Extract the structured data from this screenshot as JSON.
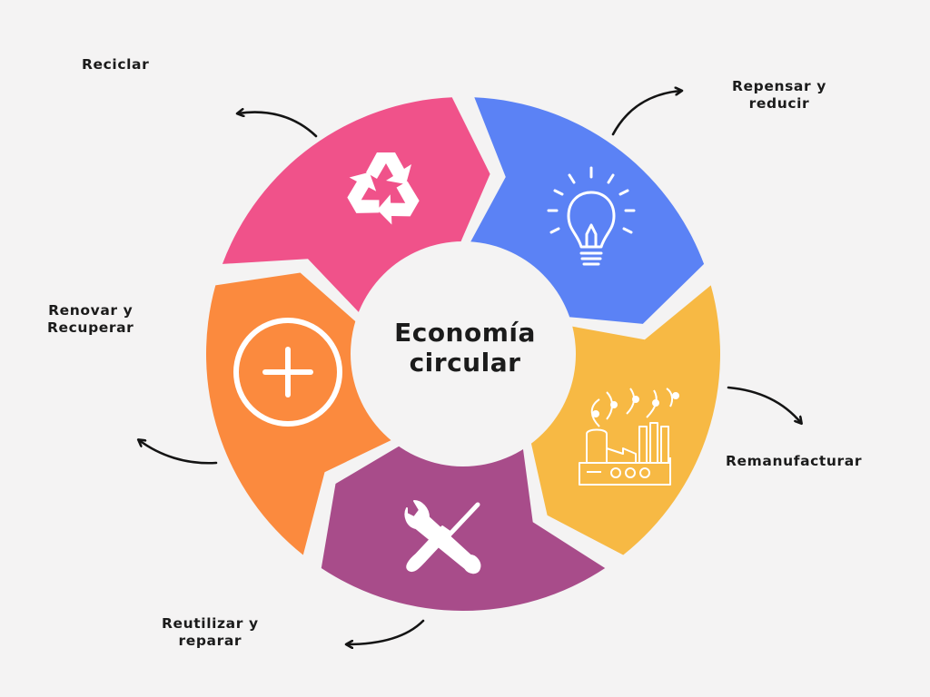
{
  "center": {
    "line1": "Economía",
    "line2": "circular"
  },
  "stages": [
    {
      "id": "reciclar",
      "line1": "Reciclar",
      "line2": "",
      "color": "#f0528a",
      "icon": "recycle-icon"
    },
    {
      "id": "repensar",
      "line1": "Repensar y",
      "line2": "reducir",
      "color": "#5b82f5",
      "icon": "lightbulb-icon"
    },
    {
      "id": "remanufacturar",
      "line1": "Remanufacturar",
      "line2": "",
      "color": "#f7b944",
      "icon": "factory-icon"
    },
    {
      "id": "reutilizar",
      "line1": "Reutilizar y",
      "line2": "reparar",
      "color": "#a84c8a",
      "icon": "wrench-screwdriver-icon"
    },
    {
      "id": "renovar",
      "line1": "Renovar y",
      "line2": "Recuperar",
      "color": "#fb8a3e",
      "icon": "plus-circle-icon"
    }
  ]
}
